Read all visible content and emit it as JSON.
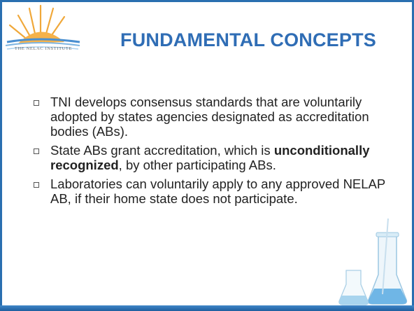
{
  "logo": {
    "name": "THE NELAC INSTITUTE"
  },
  "slide": {
    "title": "FUNDAMENTAL CONCEPTS",
    "bullets": [
      {
        "text": "TNI develops consensus standards that are voluntarily adopted by states agencies designated as accreditation bodies (ABs)."
      },
      {
        "pre": "State ABs grant accreditation, which is ",
        "bold": "unconditionally recognized",
        "post": ", by other participating ABs."
      },
      {
        "text": "Laboratories can voluntarily apply to any approved NELAP AB, if their home state does not participate."
      }
    ]
  },
  "colors": {
    "accent": "#2f6db5",
    "frame": "#2a6fb0",
    "sun": "#f0a83a"
  },
  "icons": [
    "sun-logo-icon",
    "bullet-square-icon",
    "lab-flasks-icon"
  ]
}
